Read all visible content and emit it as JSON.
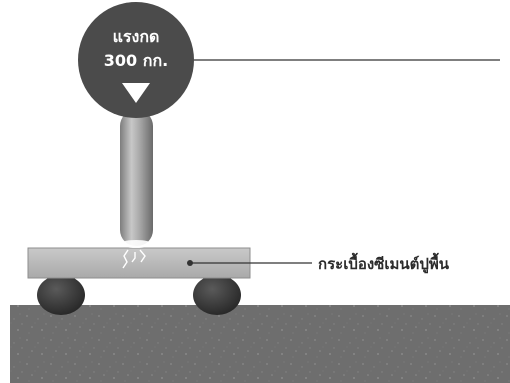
{
  "force_badge": {
    "line1": "แรงกด",
    "line2": "300 กก."
  },
  "tile_label": "กระเบื้องซีเมนต์ปูพื้น",
  "colors": {
    "badge": "#4a4a4a",
    "plunger": "#9a9a9a",
    "tile": "#b8b8b8",
    "support": "#3a3a3a",
    "floor": "#6f6f6f",
    "leader": "#333333"
  }
}
